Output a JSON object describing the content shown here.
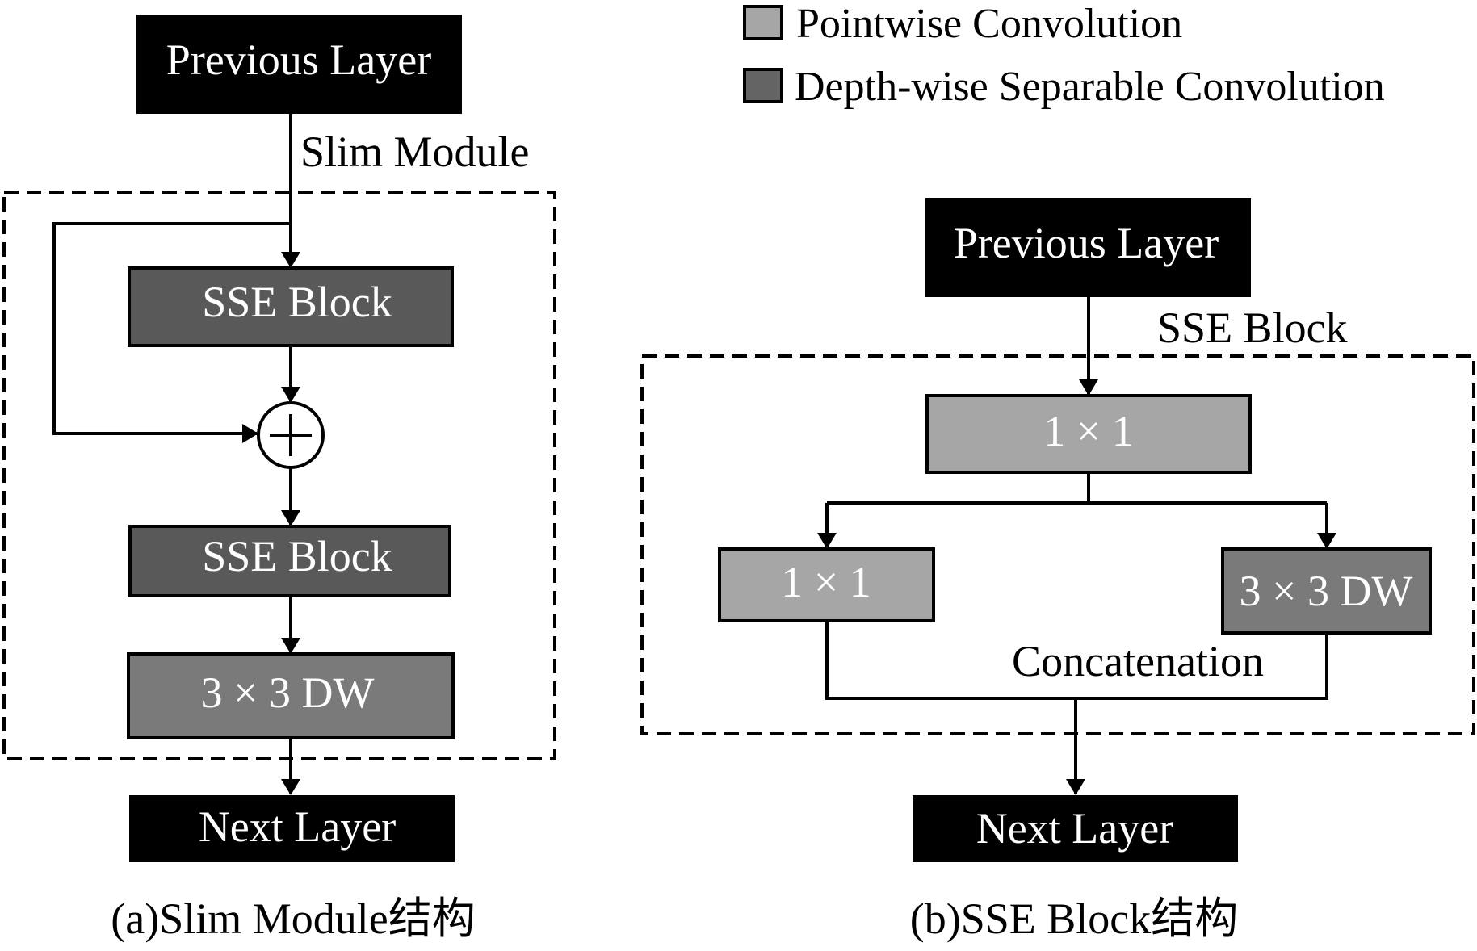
{
  "legend": {
    "items": [
      {
        "label": "Pointwise Convolution",
        "color": "#a6a6a6"
      },
      {
        "label": "Depth-wise Separable Convolution",
        "color": "#646464"
      }
    ]
  },
  "colors": {
    "io_block": "#000000",
    "sse_block": "#595959",
    "pointwise": "#a6a6a6",
    "depthwise": "#7a7a7a",
    "line": "#000000"
  },
  "panel_a": {
    "previous_layer": "Previous Layer",
    "module_label": "Slim Module",
    "sse_block_1": "SSE Block",
    "add_symbol": "+",
    "sse_block_2": "SSE Block",
    "dw_block": "3 × 3 DW",
    "next_layer": "Next Layer",
    "caption": "(a)Slim Module结构"
  },
  "panel_b": {
    "previous_layer": "Previous Layer",
    "block_label": "SSE Block",
    "conv_top": "1 × 1",
    "conv_left": "1 × 1",
    "conv_right": "3 × 3 DW",
    "merge_label": "Concatenation",
    "next_layer": "Next Layer",
    "caption": "(b)SSE Block结构"
  }
}
